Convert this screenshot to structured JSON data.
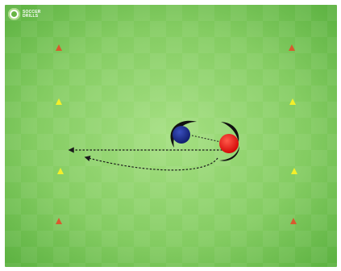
{
  "logo": {
    "lines": [
      "SOCCER",
      "DRILLS"
    ]
  },
  "colors": {
    "grass_light": "#8ed36b",
    "grass_dark": "#5fb542",
    "cone_red": "#d85a2e",
    "cone_yellow": "#f4ef2a",
    "player_blue": "#1a2b8c",
    "player_red": "#f21313",
    "arrow": "#1a1a1a"
  },
  "cones": [
    {
      "id": "top-left",
      "color": "red"
    },
    {
      "id": "top-right",
      "color": "red"
    },
    {
      "id": "upper-left",
      "color": "yellow"
    },
    {
      "id": "upper-right",
      "color": "yellow"
    },
    {
      "id": "lower-left",
      "color": "yellow"
    },
    {
      "id": "lower-right",
      "color": "yellow"
    },
    {
      "id": "bottom-left",
      "color": "red"
    },
    {
      "id": "bottom-right",
      "color": "red"
    }
  ],
  "players": [
    {
      "id": "blue",
      "color": "blue"
    },
    {
      "id": "red",
      "color": "red"
    }
  ],
  "arrows": [
    {
      "id": "pass",
      "style": "dashed"
    },
    {
      "id": "run",
      "style": "dashed-curved"
    }
  ]
}
